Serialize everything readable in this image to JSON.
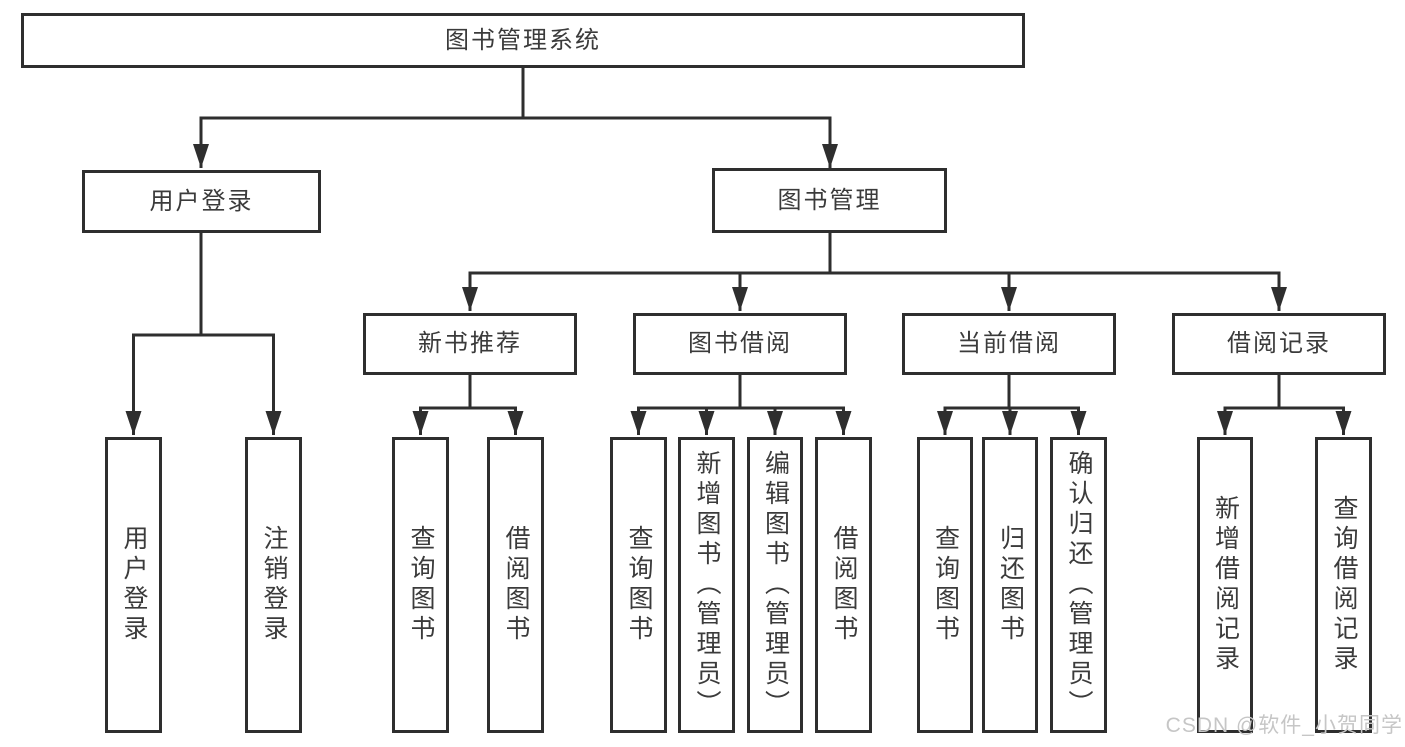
{
  "diagram": {
    "nodes": {
      "root": {
        "label": "图书管理系统"
      },
      "user_login": {
        "label": "用户登录"
      },
      "book_mgmt": {
        "label": "图书管理"
      },
      "new_books": {
        "label": "新书推荐"
      },
      "borrowing": {
        "label": "图书借阅"
      },
      "current": {
        "label": "当前借阅"
      },
      "records": {
        "label": "借阅记录"
      },
      "leaf_login": {
        "label": "用户登录"
      },
      "leaf_logout": {
        "label": "注销登录"
      },
      "leaf_nb_search": {
        "label": "查询图书"
      },
      "leaf_nb_borrow": {
        "label": "借阅图书"
      },
      "leaf_bw_search": {
        "label": "查询图书"
      },
      "leaf_bw_add": {
        "label": "新增图书（管理员）"
      },
      "leaf_bw_edit": {
        "label": "编辑图书（管理员）"
      },
      "leaf_bw_borrow": {
        "label": "借阅图书"
      },
      "leaf_cur_search": {
        "label": "查询图书"
      },
      "leaf_cur_return": {
        "label": "归还图书"
      },
      "leaf_cur_confirm": {
        "label": "确认归还（管理员）"
      },
      "leaf_rec_add": {
        "label": "新增借阅记录"
      },
      "leaf_rec_search": {
        "label": "查询借阅记录"
      }
    },
    "edges": [
      [
        "root",
        "user_login"
      ],
      [
        "root",
        "book_mgmt"
      ],
      [
        "user_login",
        "leaf_login"
      ],
      [
        "user_login",
        "leaf_logout"
      ],
      [
        "book_mgmt",
        "new_books"
      ],
      [
        "book_mgmt",
        "borrowing"
      ],
      [
        "book_mgmt",
        "current"
      ],
      [
        "book_mgmt",
        "records"
      ],
      [
        "new_books",
        "leaf_nb_search"
      ],
      [
        "new_books",
        "leaf_nb_borrow"
      ],
      [
        "borrowing",
        "leaf_bw_search"
      ],
      [
        "borrowing",
        "leaf_bw_add"
      ],
      [
        "borrowing",
        "leaf_bw_edit"
      ],
      [
        "borrowing",
        "leaf_bw_borrow"
      ],
      [
        "current",
        "leaf_cur_search"
      ],
      [
        "current",
        "leaf_cur_return"
      ],
      [
        "current",
        "leaf_cur_confirm"
      ],
      [
        "records",
        "leaf_rec_add"
      ],
      [
        "records",
        "leaf_rec_search"
      ]
    ],
    "line_color": "#2e2e2e"
  },
  "watermark": {
    "text": "CSDN @软件_小贺同学"
  }
}
